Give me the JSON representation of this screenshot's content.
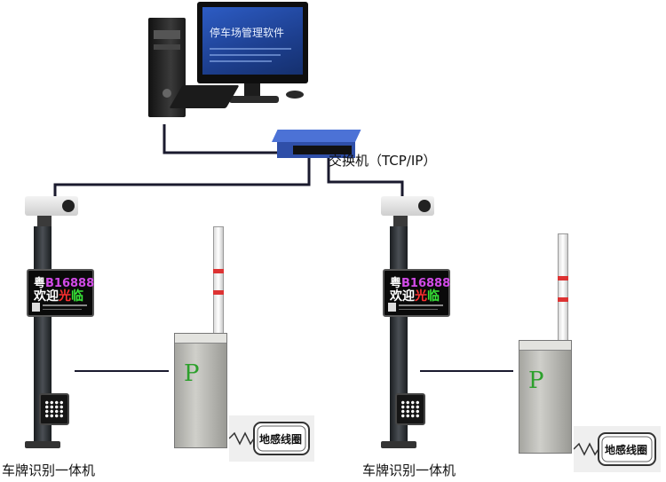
{
  "monitor": {
    "title": "停车场管理软件"
  },
  "switch": {
    "label": "交换机（TCP/IP）"
  },
  "left": {
    "led": {
      "line1_prefix": "粤",
      "line1_plate": "B16888",
      "line2_a": "欢迎",
      "line2_b": "光",
      "line2_c": "临"
    },
    "caption": "车牌识别一体机",
    "loop": "地感线圈",
    "gate_mark": "P"
  },
  "right": {
    "led": {
      "line1_prefix": "粤",
      "line1_plate": "B16888",
      "line2_a": "欢迎",
      "line2_b": "光",
      "line2_c": "临"
    },
    "caption": "车牌识别一体机",
    "loop": "地感线圈",
    "gate_mark": "P"
  },
  "colors": {
    "line": "#1a1a2e",
    "pole": "#2b2f33",
    "gate": "#b8b8b4",
    "screen": "#1d3f8f",
    "switch": "#3d5fc4"
  }
}
